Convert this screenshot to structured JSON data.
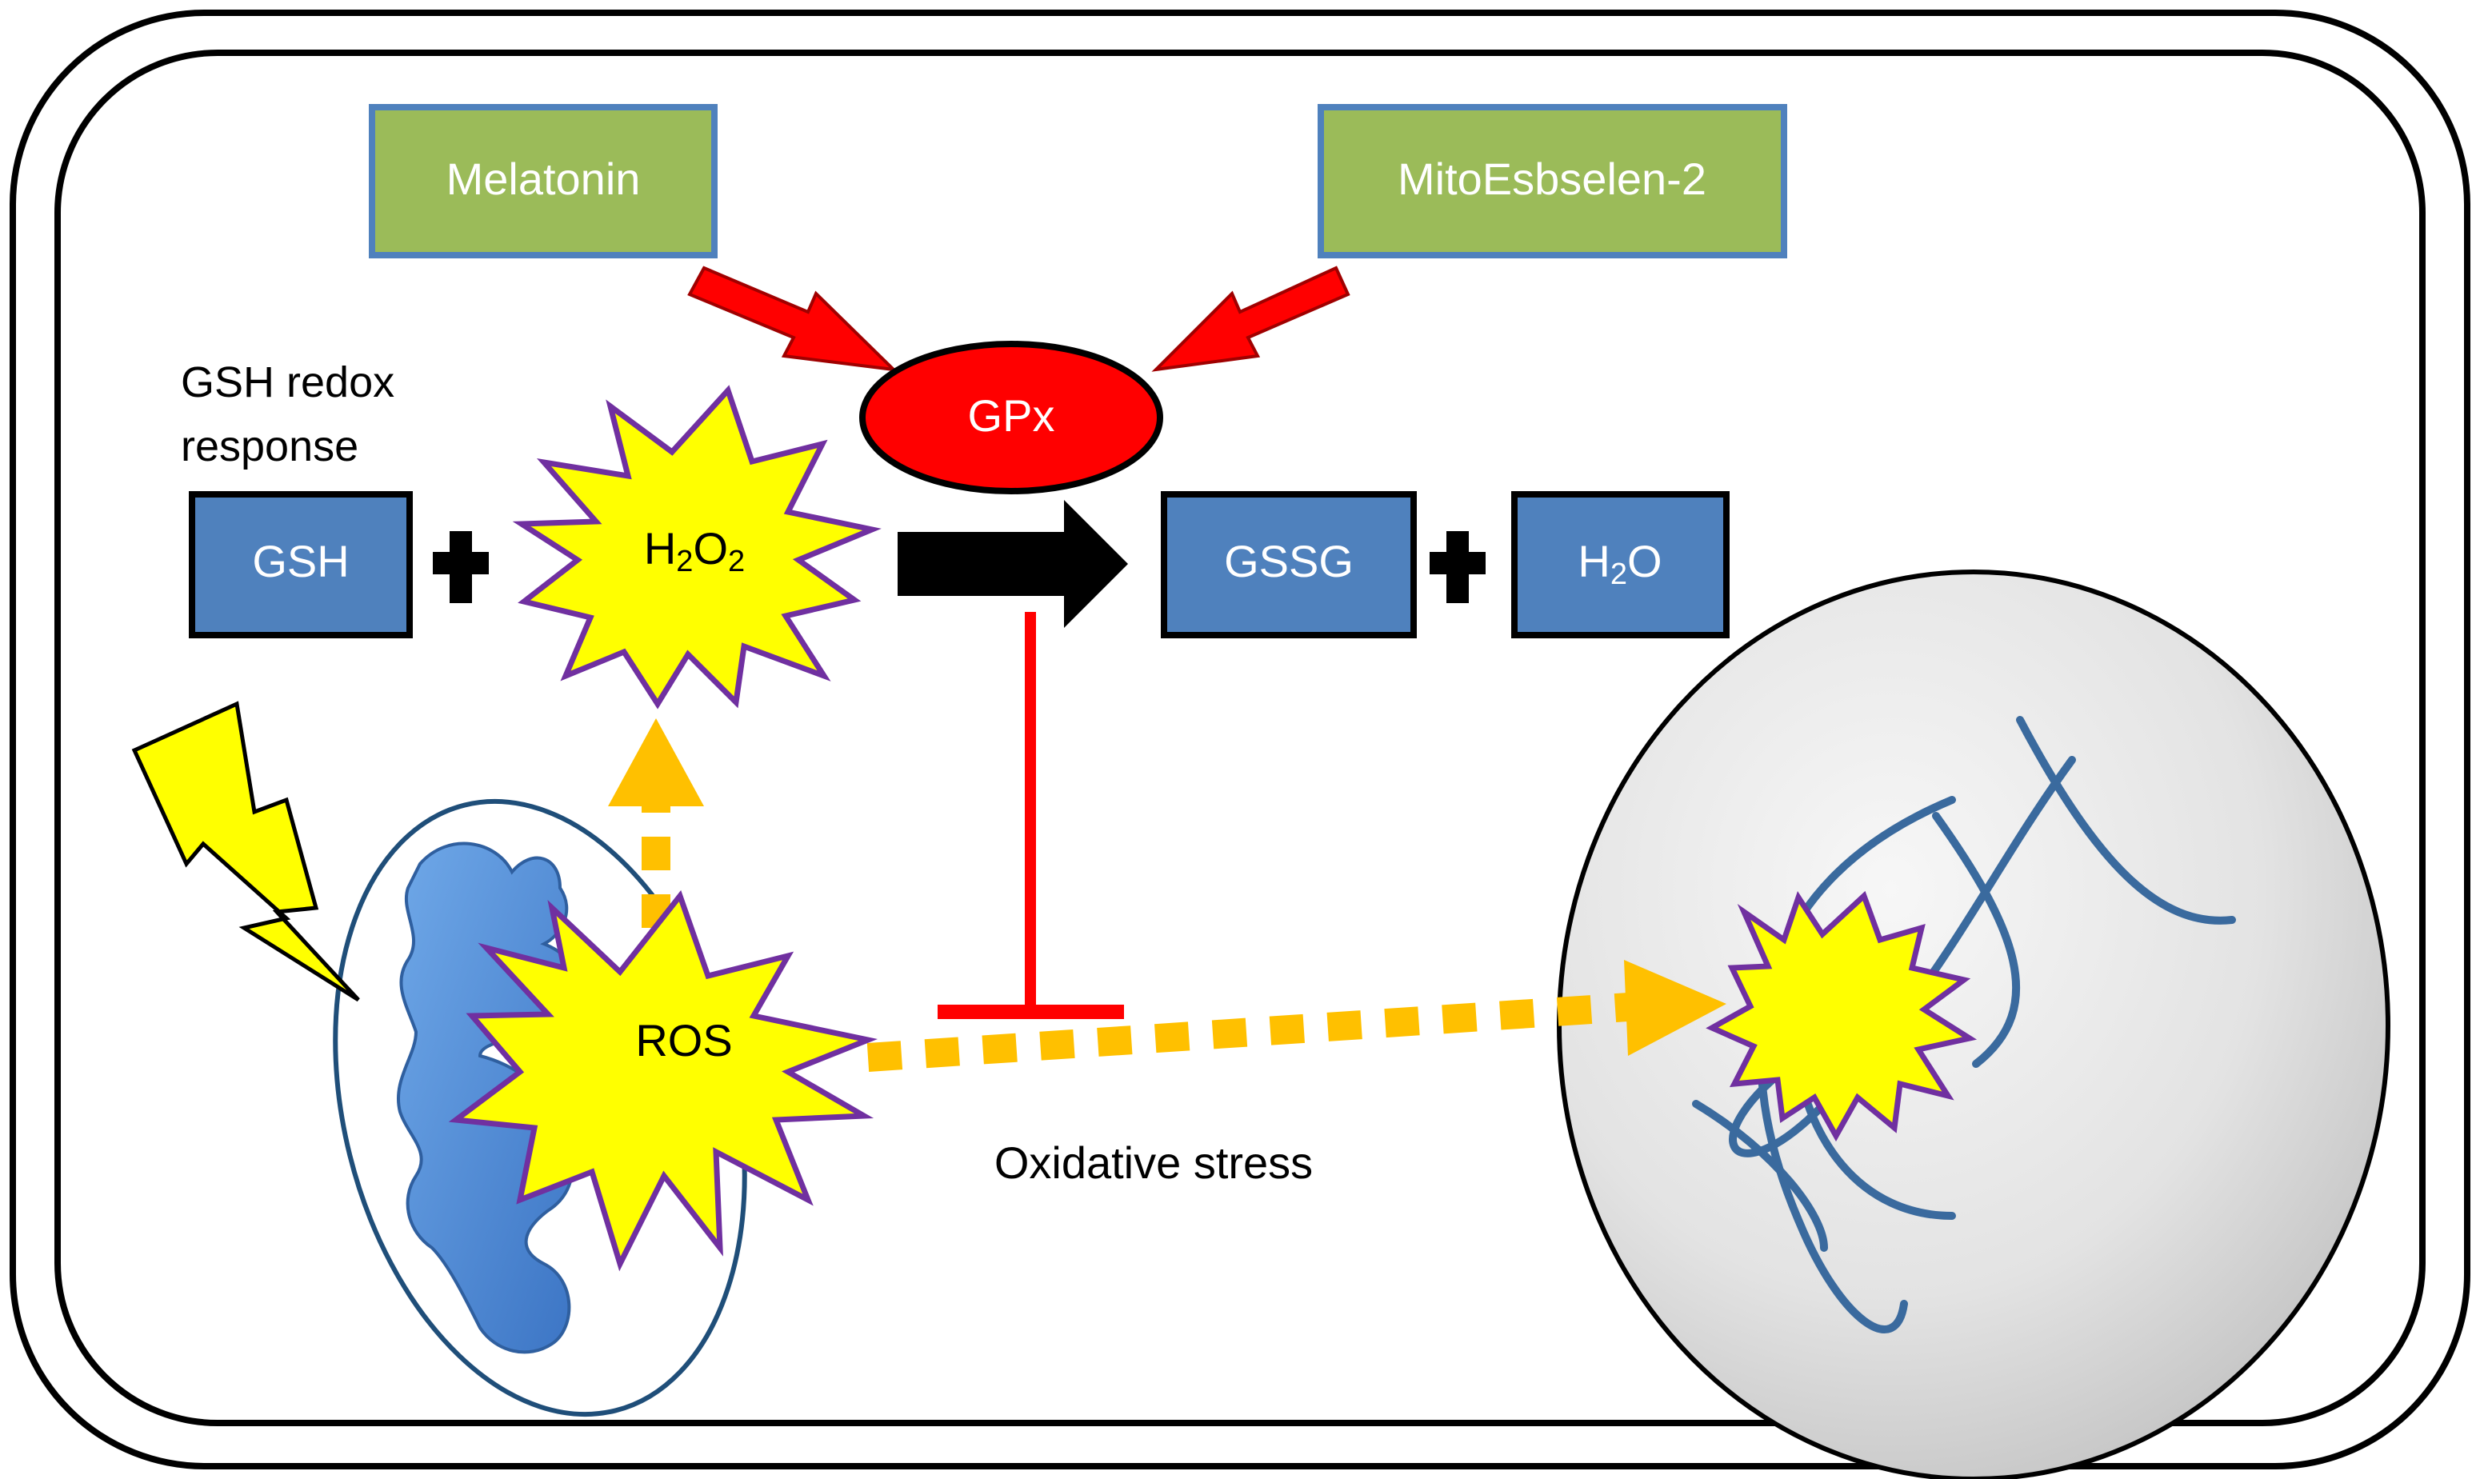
{
  "diagram": {
    "agents": {
      "melatonin": "Melatonin",
      "mitoesbselen": "MitoEsbselen-2"
    },
    "enzyme": "GPx",
    "section_label_line1": "GSH redox",
    "section_label_line2": "response",
    "reaction": {
      "substrate1": "GSH",
      "substrate2": {
        "base": "H",
        "sub1": "2",
        "mid": "O",
        "sub2": "2"
      },
      "product1": "GSSG",
      "product2": {
        "base": "H",
        "sub1": "2",
        "mid": "O"
      }
    },
    "ros_label": "ROS",
    "stress_label": "Oxidative stress"
  },
  "colors": {
    "agent_box": "#9bbb59",
    "agent_border": "#4f81bd",
    "reaction_box": "#4f81bd",
    "enzyme_fill": "#ff0000",
    "activation_arrow": "#ff0000",
    "starburst_fill": "#ffff00",
    "starburst_stroke": "#7030a0",
    "dashed_arrow": "#ffc000",
    "inhibition": "#ff0000",
    "mitochondrion": "#4a86d0",
    "nucleus": "#e0e0e0",
    "dna": "#3a6a9e"
  },
  "icons": [
    "lightning-icon",
    "mitochondrion-icon",
    "dna-icon",
    "plus-icon"
  ]
}
